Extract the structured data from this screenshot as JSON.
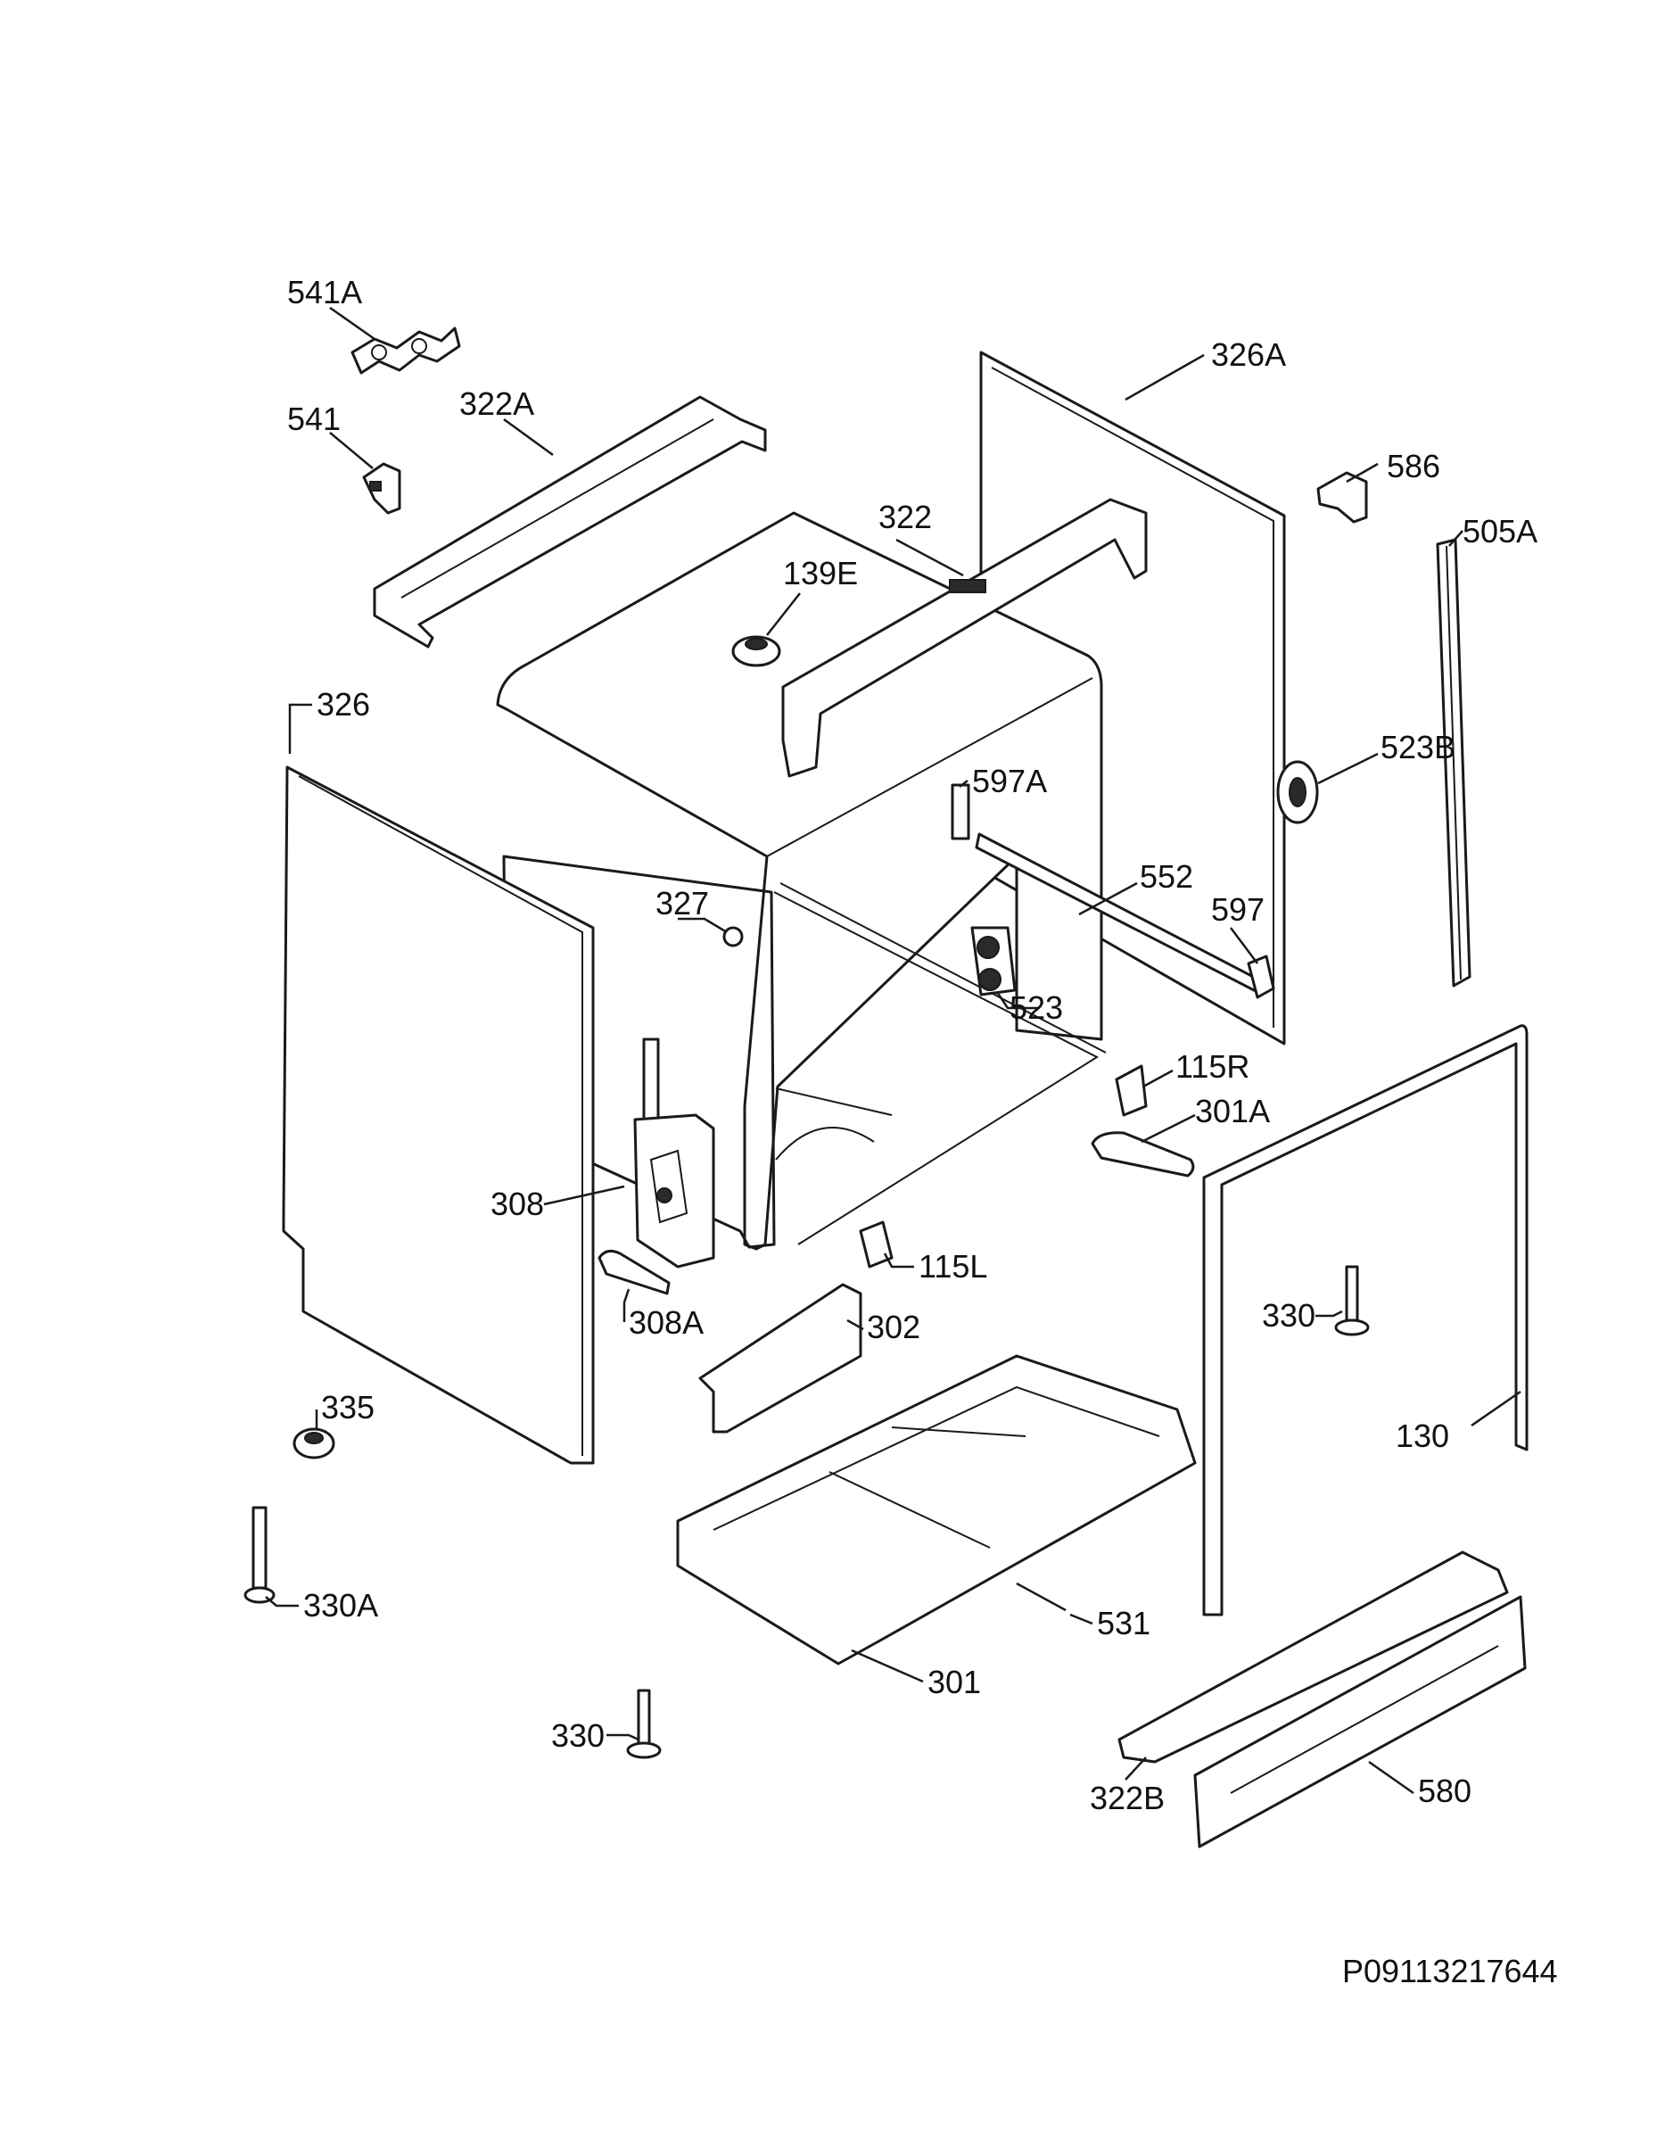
{
  "diagram": {
    "drawing_code": "P09113217644",
    "labels": {
      "p541A": "541A",
      "p541": "541",
      "p322A": "322A",
      "p326A": "326A",
      "p586": "586",
      "p505A": "505A",
      "p322": "322",
      "p139E": "139E",
      "p326": "326",
      "p523B": "523B",
      "p597A": "597A",
      "p552": "552",
      "p597": "597",
      "p327": "327",
      "p523": "523",
      "p115R": "115R",
      "p301A": "301A",
      "p308": "308",
      "p115L": "115L",
      "p308A": "308A",
      "p302": "302",
      "p330_right": "330",
      "p335": "335",
      "p130": "130",
      "p330A": "330A",
      "p531": "531",
      "p301": "301",
      "p330_bottom": "330",
      "p322B": "322B",
      "p580": "580"
    }
  }
}
